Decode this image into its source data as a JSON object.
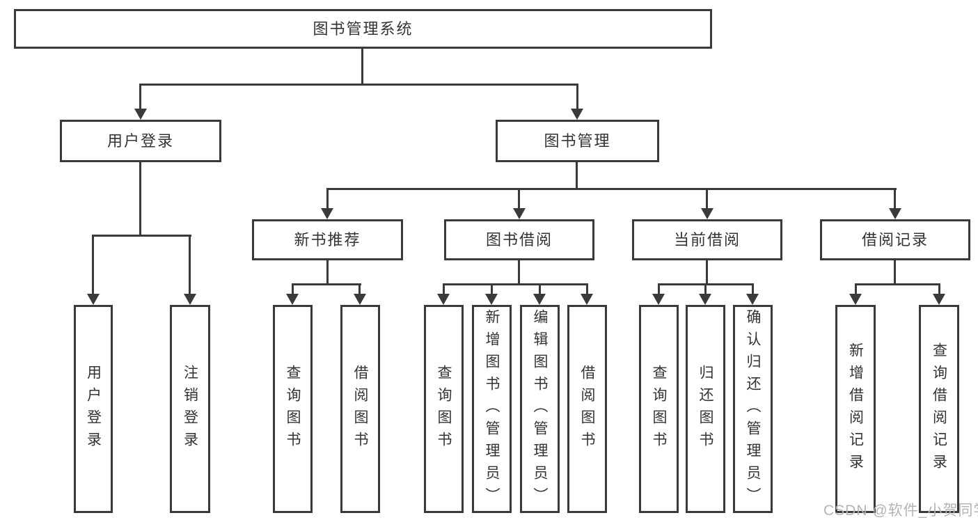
{
  "nodes": {
    "root": "图书管理系统",
    "level2": [
      "用户登录",
      "图书管理"
    ],
    "level3": [
      "新书推荐",
      "图书借阅",
      "当前借阅",
      "借阅记录"
    ],
    "user_login_children": [
      "用户登录",
      "注销登录"
    ],
    "new_books_children": [
      "查询图书",
      "借阅图书"
    ],
    "book_borrow_children": [
      "查询图书",
      "新增图书（管理员）",
      "编辑图书（管理员）",
      "借阅图书"
    ],
    "current_borrow_children": [
      "查询图书",
      "归还图书",
      "确认归还（管理员）"
    ],
    "borrow_records_children": [
      "新增借阅记录",
      "查询借阅记录"
    ]
  },
  "watermark": "CSDN @软件_小贺同学",
  "colors": {
    "line": "#3a3a3a",
    "text": "#333333",
    "watermark": "#b4b4b4",
    "background": "#ffffff"
  }
}
